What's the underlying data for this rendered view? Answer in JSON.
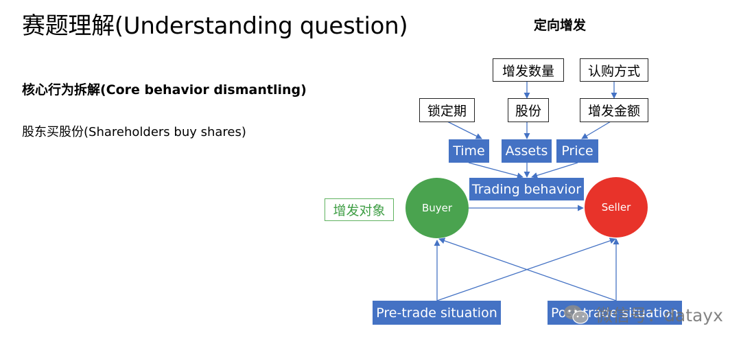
{
  "title": "赛题理解(Understanding question)",
  "section_heading": "核心行为拆解(Core behavior dismantling)",
  "body_text": "股东买股份(Shareholders buy shares)",
  "diagram": {
    "title": "定向增发",
    "top_row": {
      "issue_quantity": "增发数量",
      "subscription_method": "认购方式"
    },
    "middle_row": {
      "lockup_period": "锁定期",
      "shares": "股份",
      "issue_amount": "增发金额"
    },
    "attributes": {
      "time": "Time",
      "assets": "Assets",
      "price": "Price"
    },
    "trading_behavior": "Trading behavior",
    "buyer": "Buyer",
    "seller": "Seller",
    "issue_target": "增发对象",
    "pre_trade": "Pre-trade situation",
    "post_trade": "Post-trade situation"
  },
  "watermark": "微信号：datayx",
  "colors": {
    "blue": "#4472c4",
    "buyer_green": "#4aa34f",
    "seller_red": "#e8332a",
    "label_green": "#3f9e45"
  }
}
